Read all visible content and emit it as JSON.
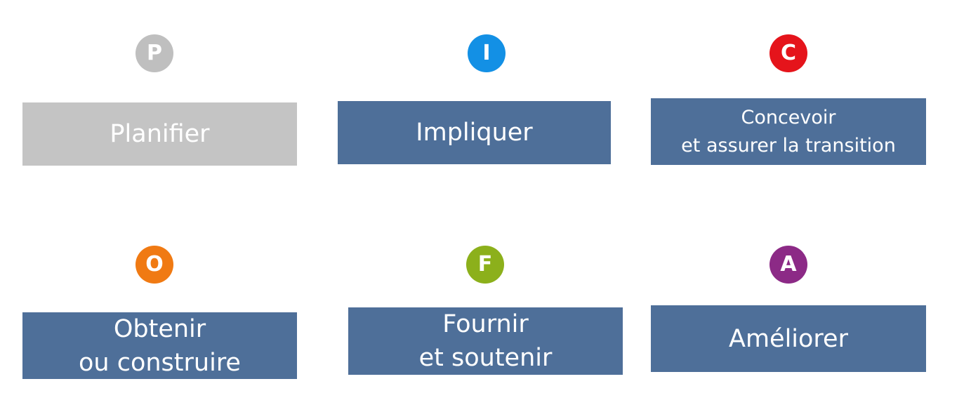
{
  "steps": [
    {
      "letter": "P",
      "letter_color": "#bfbfbf",
      "box_color": "#c4c4c4",
      "lines": [
        "Planifier"
      ]
    },
    {
      "letter": "I",
      "letter_color": "#1390e5",
      "box_color": "#4e6f99",
      "lines": [
        "Impliquer"
      ]
    },
    {
      "letter": "C",
      "letter_color": "#e5141b",
      "box_color": "#4e6f99",
      "lines": [
        "Concevoir",
        "et assurer la transition"
      ]
    },
    {
      "letter": "O",
      "letter_color": "#f07a13",
      "box_color": "#4e6f99",
      "lines": [
        "Obtenir",
        "ou construire"
      ]
    },
    {
      "letter": "F",
      "letter_color": "#8cb01b",
      "box_color": "#4e6f99",
      "lines": [
        "Fournir",
        "et soutenir"
      ]
    },
    {
      "letter": "A",
      "letter_color": "#8c2a86",
      "box_color": "#4e6f99",
      "lines": [
        "Améliorer"
      ]
    }
  ]
}
